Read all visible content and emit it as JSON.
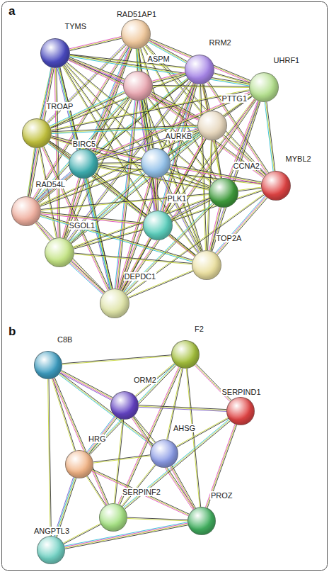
{
  "diagram": {
    "nodes": [
      {
        "text": [
          "RAD51AP1"
        ]
      },
      {
        "text": [
          "TYMS"
        ]
      },
      {
        "text": [
          "RRM2"
        ]
      },
      {
        "text": [
          "ASPM"
        ]
      },
      {
        "text": [
          "UHRF1"
        ]
      },
      {
        "text": [
          "TROAP"
        ]
      },
      {
        "text": [
          "PTTG1"
        ]
      },
      {
        "text": [
          "BIRC5"
        ]
      },
      {
        "text": [
          "AURKB"
        ]
      },
      {
        "text": [
          "MYBL2"
        ]
      },
      {
        "text": [
          "RAD54L"
        ]
      },
      {
        "text": [
          "CCNA2"
        ]
      },
      {
        "text": [
          "PLK1"
        ]
      },
      {
        "text": [
          "SGOL1"
        ]
      },
      {
        "text": [
          "TOP2A"
        ]
      },
      {
        "text": [
          "DEPDC1"
        ]
      },
      {
        "text": [
          "C8B"
        ]
      },
      {
        "text": [
          "F2"
        ]
      },
      {
        "text": [
          "ORM2"
        ]
      },
      {
        "text": [
          "SERPIND1"
        ]
      },
      {
        "text": [
          "HRG"
        ]
      },
      {
        "text": [
          "AHSG"
        ]
      },
      {
        "text": [
          "SERPINF2"
        ]
      },
      {
        "text": [
          "PROZ"
        ]
      },
      {
        "text": [
          "ANGPTL3"
        ]
      }
    ],
    "edges": [
      {
        "from": 0,
        "to": 1,
        "arrow": "none"
      },
      {
        "from": 0,
        "to": 2,
        "arrow": "none"
      },
      {
        "from": 0,
        "to": 3,
        "arrow": "none"
      },
      {
        "from": 0,
        "to": 4,
        "arrow": "none"
      },
      {
        "from": 0,
        "to": 5,
        "arrow": "none"
      },
      {
        "from": 0,
        "to": 6,
        "arrow": "none"
      },
      {
        "from": 0,
        "to": 7,
        "arrow": "none"
      },
      {
        "from": 0,
        "to": 8,
        "arrow": "none"
      },
      {
        "from": 0,
        "to": 9,
        "arrow": "none"
      },
      {
        "from": 0,
        "to": 10,
        "arrow": "none"
      },
      {
        "from": 0,
        "to": 11,
        "arrow": "none"
      },
      {
        "from": 0,
        "to": 12,
        "arrow": "none"
      },
      {
        "from": 0,
        "to": 13,
        "arrow": "none"
      },
      {
        "from": 0,
        "to": 14,
        "arrow": "none"
      },
      {
        "from": 1,
        "to": 2,
        "arrow": "none"
      },
      {
        "from": 1,
        "to": 3,
        "arrow": "none"
      },
      {
        "from": 1,
        "to": 4,
        "arrow": "none"
      },
      {
        "from": 1,
        "to": 5,
        "arrow": "none"
      },
      {
        "from": 1,
        "to": 6,
        "arrow": "none"
      },
      {
        "from": 1,
        "to": 7,
        "arrow": "none"
      },
      {
        "from": 1,
        "to": 8,
        "arrow": "none"
      },
      {
        "from": 1,
        "to": 10,
        "arrow": "none"
      },
      {
        "from": 1,
        "to": 11,
        "arrow": "none"
      },
      {
        "from": 1,
        "to": 12,
        "arrow": "none"
      },
      {
        "from": 1,
        "to": 13,
        "arrow": "none"
      },
      {
        "from": 1,
        "to": 14,
        "arrow": "none"
      },
      {
        "from": 1,
        "to": 15,
        "arrow": "none"
      },
      {
        "from": 2,
        "to": 3,
        "arrow": "none"
      },
      {
        "from": 2,
        "to": 4,
        "arrow": "none"
      },
      {
        "from": 2,
        "to": 5,
        "arrow": "none"
      },
      {
        "from": 2,
        "to": 6,
        "arrow": "none"
      },
      {
        "from": 2,
        "to": 7,
        "arrow": "none"
      },
      {
        "from": 2,
        "to": 8,
        "arrow": "none"
      },
      {
        "from": 2,
        "to": 9,
        "arrow": "none"
      },
      {
        "from": 2,
        "to": 10,
        "arrow": "none"
      },
      {
        "from": 2,
        "to": 11,
        "arrow": "none"
      },
      {
        "from": 2,
        "to": 12,
        "arrow": "none"
      },
      {
        "from": 2,
        "to": 13,
        "arrow": "none"
      },
      {
        "from": 2,
        "to": 14,
        "arrow": "none"
      },
      {
        "from": 2,
        "to": 15,
        "arrow": "none"
      },
      {
        "from": 3,
        "to": 4,
        "arrow": "none"
      },
      {
        "from": 3,
        "to": 5,
        "arrow": "none"
      },
      {
        "from": 3,
        "to": 6,
        "arrow": "none"
      },
      {
        "from": 3,
        "to": 7,
        "arrow": "none"
      },
      {
        "from": 3,
        "to": 8,
        "arrow": "none"
      },
      {
        "from": 3,
        "to": 9,
        "arrow": "none"
      },
      {
        "from": 3,
        "to": 10,
        "arrow": "none"
      },
      {
        "from": 3,
        "to": 11,
        "arrow": "none"
      },
      {
        "from": 3,
        "to": 12,
        "arrow": "none"
      },
      {
        "from": 3,
        "to": 13,
        "arrow": "none"
      },
      {
        "from": 3,
        "to": 14,
        "arrow": "none"
      },
      {
        "from": 3,
        "to": 15,
        "arrow": "none"
      },
      {
        "from": 4,
        "to": 5,
        "arrow": "none"
      },
      {
        "from": 4,
        "to": 6,
        "arrow": "none"
      },
      {
        "from": 4,
        "to": 7,
        "arrow": "none"
      },
      {
        "from": 4,
        "to": 8,
        "arrow": "none"
      },
      {
        "from": 4,
        "to": 9,
        "arrow": "none"
      },
      {
        "from": 4,
        "to": 11,
        "arrow": "none"
      },
      {
        "from": 4,
        "to": 12,
        "arrow": "none"
      },
      {
        "from": 4,
        "to": 14,
        "arrow": "none"
      },
      {
        "from": 4,
        "to": 15,
        "arrow": "none"
      },
      {
        "from": 5,
        "to": 6,
        "arrow": "none"
      },
      {
        "from": 5,
        "to": 7,
        "arrow": "none"
      },
      {
        "from": 5,
        "to": 8,
        "arrow": "none"
      },
      {
        "from": 5,
        "to": 10,
        "arrow": "none"
      },
      {
        "from": 5,
        "to": 11,
        "arrow": "none"
      },
      {
        "from": 5,
        "to": 12,
        "arrow": "none"
      },
      {
        "from": 5,
        "to": 13,
        "arrow": "none"
      },
      {
        "from": 5,
        "to": 14,
        "arrow": "none"
      },
      {
        "from": 5,
        "to": 15,
        "arrow": "none"
      },
      {
        "from": 6,
        "to": 7,
        "arrow": "none"
      },
      {
        "from": 6,
        "to": 8,
        "arrow": "none"
      },
      {
        "from": 6,
        "to": 9,
        "arrow": "none"
      },
      {
        "from": 6,
        "to": 10,
        "arrow": "none"
      },
      {
        "from": 6,
        "to": 11,
        "arrow": "none"
      },
      {
        "from": 6,
        "to": 12,
        "arrow": "none"
      },
      {
        "from": 6,
        "to": 13,
        "arrow": "none"
      },
      {
        "from": 6,
        "to": 14,
        "arrow": "none"
      },
      {
        "from": 6,
        "to": 15,
        "arrow": "none"
      },
      {
        "from": 7,
        "to": 8,
        "arrow": "none"
      },
      {
        "from": 7,
        "to": 9,
        "arrow": "none"
      },
      {
        "from": 7,
        "to": 10,
        "arrow": "none"
      },
      {
        "from": 7,
        "to": 11,
        "arrow": "none"
      },
      {
        "from": 7,
        "to": 12,
        "arrow": "none"
      },
      {
        "from": 7,
        "to": 13,
        "arrow": "none"
      },
      {
        "from": 7,
        "to": 14,
        "arrow": "none"
      },
      {
        "from": 7,
        "to": 15,
        "arrow": "none"
      },
      {
        "from": 8,
        "to": 9,
        "arrow": "none"
      },
      {
        "from": 8,
        "to": 10,
        "arrow": "none"
      },
      {
        "from": 8,
        "to": 11,
        "arrow": "none"
      },
      {
        "from": 8,
        "to": 12,
        "arrow": "none"
      },
      {
        "from": 8,
        "to": 13,
        "arrow": "none"
      },
      {
        "from": 8,
        "to": 14,
        "arrow": "none"
      },
      {
        "from": 8,
        "to": 15,
        "arrow": "none"
      },
      {
        "from": 9,
        "to": 11,
        "arrow": "none"
      },
      {
        "from": 9,
        "to": 12,
        "arrow": "none"
      },
      {
        "from": 9,
        "to": 14,
        "arrow": "none"
      },
      {
        "from": 9,
        "to": 15,
        "arrow": "none"
      },
      {
        "from": 10,
        "to": 11,
        "arrow": "none"
      },
      {
        "from": 10,
        "to": 12,
        "arrow": "none"
      },
      {
        "from": 10,
        "to": 13,
        "arrow": "none"
      },
      {
        "from": 10,
        "to": 14,
        "arrow": "none"
      },
      {
        "from": 10,
        "to": 15,
        "arrow": "none"
      },
      {
        "from": 11,
        "to": 12,
        "arrow": "none"
      },
      {
        "from": 11,
        "to": 13,
        "arrow": "none"
      },
      {
        "from": 11,
        "to": 14,
        "arrow": "none"
      },
      {
        "from": 11,
        "to": 15,
        "arrow": "none"
      },
      {
        "from": 12,
        "to": 13,
        "arrow": "none"
      },
      {
        "from": 12,
        "to": 14,
        "arrow": "none"
      },
      {
        "from": 12,
        "to": 15,
        "arrow": "none"
      },
      {
        "from": 13,
        "to": 14,
        "arrow": "none"
      },
      {
        "from": 13,
        "to": 15,
        "arrow": "none"
      },
      {
        "from": 14,
        "to": 15,
        "arrow": "none"
      },
      {
        "from": 16,
        "to": 17,
        "arrow": "none"
      },
      {
        "from": 16,
        "to": 18,
        "arrow": "none"
      },
      {
        "from": 16,
        "to": 20,
        "arrow": "none"
      },
      {
        "from": 16,
        "to": 21,
        "arrow": "none"
      },
      {
        "from": 16,
        "to": 22,
        "arrow": "none"
      },
      {
        "from": 16,
        "to": 24,
        "arrow": "none"
      },
      {
        "from": 17,
        "to": 18,
        "arrow": "none"
      },
      {
        "from": 17,
        "to": 19,
        "arrow": "none"
      },
      {
        "from": 17,
        "to": 20,
        "arrow": "none"
      },
      {
        "from": 17,
        "to": 21,
        "arrow": "none"
      },
      {
        "from": 17,
        "to": 22,
        "arrow": "none"
      },
      {
        "from": 17,
        "to": 23,
        "arrow": "none"
      },
      {
        "from": 18,
        "to": 19,
        "arrow": "none"
      },
      {
        "from": 18,
        "to": 20,
        "arrow": "none"
      },
      {
        "from": 18,
        "to": 21,
        "arrow": "none"
      },
      {
        "from": 18,
        "to": 22,
        "arrow": "none"
      },
      {
        "from": 18,
        "to": 23,
        "arrow": "none"
      },
      {
        "from": 19,
        "to": 21,
        "arrow": "none"
      },
      {
        "from": 19,
        "to": 22,
        "arrow": "none"
      },
      {
        "from": 19,
        "to": 23,
        "arrow": "none"
      },
      {
        "from": 20,
        "to": 21,
        "arrow": "none"
      },
      {
        "from": 20,
        "to": 22,
        "arrow": "none"
      },
      {
        "from": 20,
        "to": 23,
        "arrow": "none"
      },
      {
        "from": 20,
        "to": 24,
        "arrow": "none"
      },
      {
        "from": 21,
        "to": 22,
        "arrow": "none"
      },
      {
        "from": 21,
        "to": 23,
        "arrow": "none"
      },
      {
        "from": 22,
        "to": 23,
        "arrow": "none"
      },
      {
        "from": 22,
        "to": 24,
        "arrow": "none"
      },
      {
        "from": 23,
        "to": 24,
        "arrow": "none"
      }
    ],
    "labels": [
      "a",
      "b"
    ]
  }
}
